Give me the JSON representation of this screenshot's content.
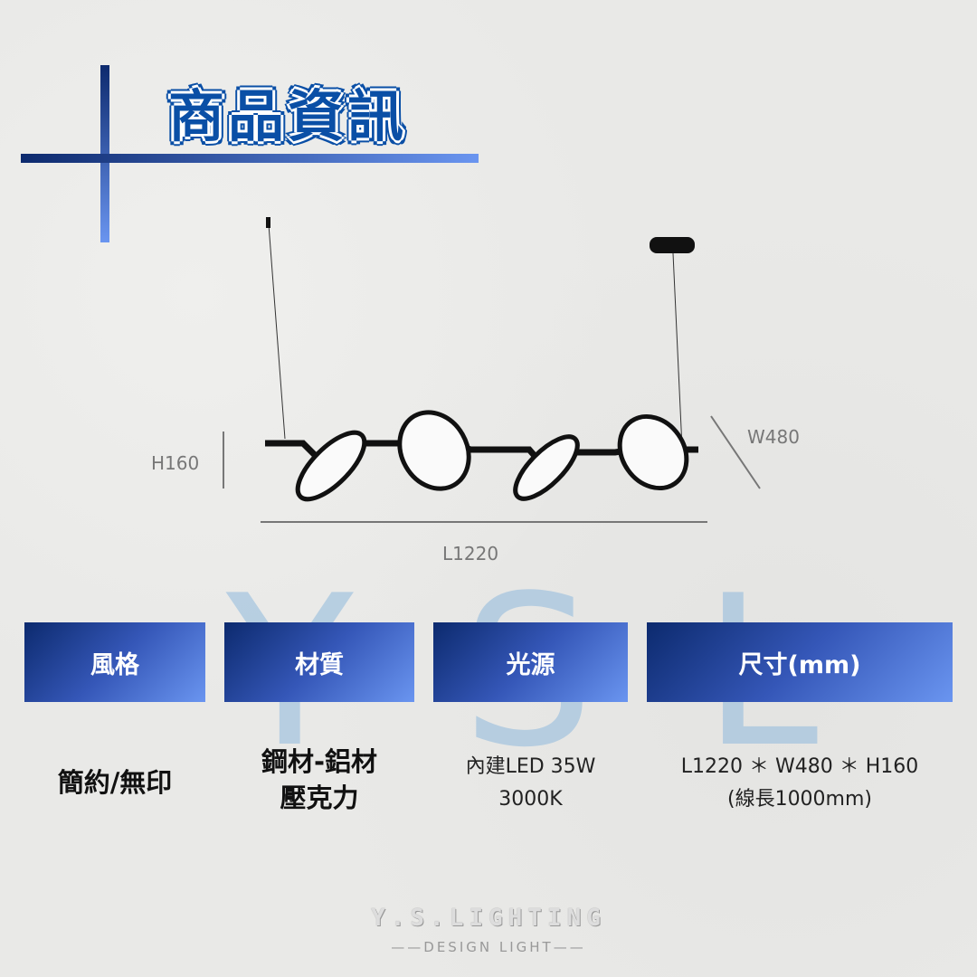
{
  "title": "商品資訊",
  "dimensions": {
    "height": "H160",
    "width": "W480",
    "length": "L1220"
  },
  "watermark": "YSL",
  "specs": [
    {
      "header": "風格",
      "lines": [
        "簡約/無印"
      ]
    },
    {
      "header": "材質",
      "lines": [
        "鋼材-鋁材",
        "壓克力"
      ]
    },
    {
      "header": "光源",
      "lines": [
        "內建LED 35W",
        "3000K"
      ]
    },
    {
      "header": "尺寸(mm)",
      "lines": [
        "L1220 ＊ W480 ＊ H160",
        "(線長1000mm)"
      ]
    }
  ],
  "brand": {
    "name": "Y.S.LIGHTING",
    "tagline": "——DESIGN LIGHT——"
  },
  "colors": {
    "accent_dark": "#0c2a6e",
    "accent_light": "#6a95f0",
    "title": "#0a4fa6"
  }
}
